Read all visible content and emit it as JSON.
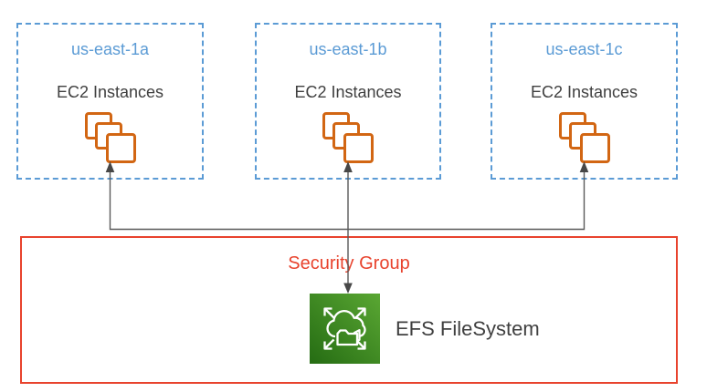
{
  "diagram": {
    "zones": [
      {
        "name": "us-east-1a",
        "service_label": "EC2 Instances"
      },
      {
        "name": "us-east-1b",
        "service_label": "EC2 Instances"
      },
      {
        "name": "us-east-1c",
        "service_label": "EC2 Instances"
      }
    ],
    "security_group": {
      "label": "Security Group"
    },
    "efs": {
      "label": "EFS FileSystem"
    },
    "icons": {
      "ec2": "ec2-instances-icon",
      "efs": "efs-filesystem-icon"
    },
    "colors": {
      "zone_border": "#5B9BD5",
      "zone_title": "#5B9BD5",
      "body_text": "#404040",
      "ec2_icon_orange": "#D26613",
      "security_group_red": "#E8432D",
      "connector_gray": "#595959",
      "arrowhead_gray": "#474747",
      "efs_green_dark": "#256c13",
      "efs_green_light": "#5aa733",
      "background": "#ffffff"
    }
  }
}
